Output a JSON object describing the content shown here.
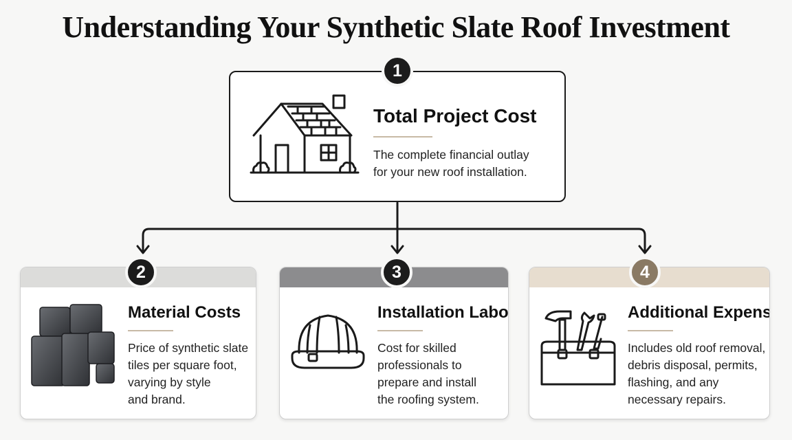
{
  "title": "Understanding Your Synthetic Slate Roof Investment",
  "colors": {
    "badge_dark": "#1c1c1c",
    "band_material": "#dcdcda",
    "band_labor": "#8c8c8e",
    "band_additional": "#e7ddcf",
    "badge_additional": "#8a7a64",
    "underline": "#c7b9a5"
  },
  "cards": {
    "total": {
      "number": "1",
      "title": "Total Project Cost",
      "description": [
        "The complete financial outlay",
        "for your new roof installation."
      ],
      "icon": "house-icon"
    },
    "material": {
      "number": "2",
      "title": "Material Costs",
      "description": [
        "Price of synthetic slate",
        "tiles per square foot,",
        "varying by style",
        "and brand."
      ],
      "icon": "slate-tiles-icon"
    },
    "labor": {
      "number": "3",
      "title": "Installation Labor",
      "description": [
        "Cost for skilled",
        "professionals to",
        "prepare and install",
        "the roofing system."
      ],
      "icon": "hard-hat-icon"
    },
    "additional": {
      "number": "4",
      "title": "Additional Expenses",
      "description": [
        "Includes old roof removal,",
        "debris disposal, permits,",
        "flashing, and any",
        "necessary repairs."
      ],
      "icon": "toolbox-icon"
    }
  }
}
